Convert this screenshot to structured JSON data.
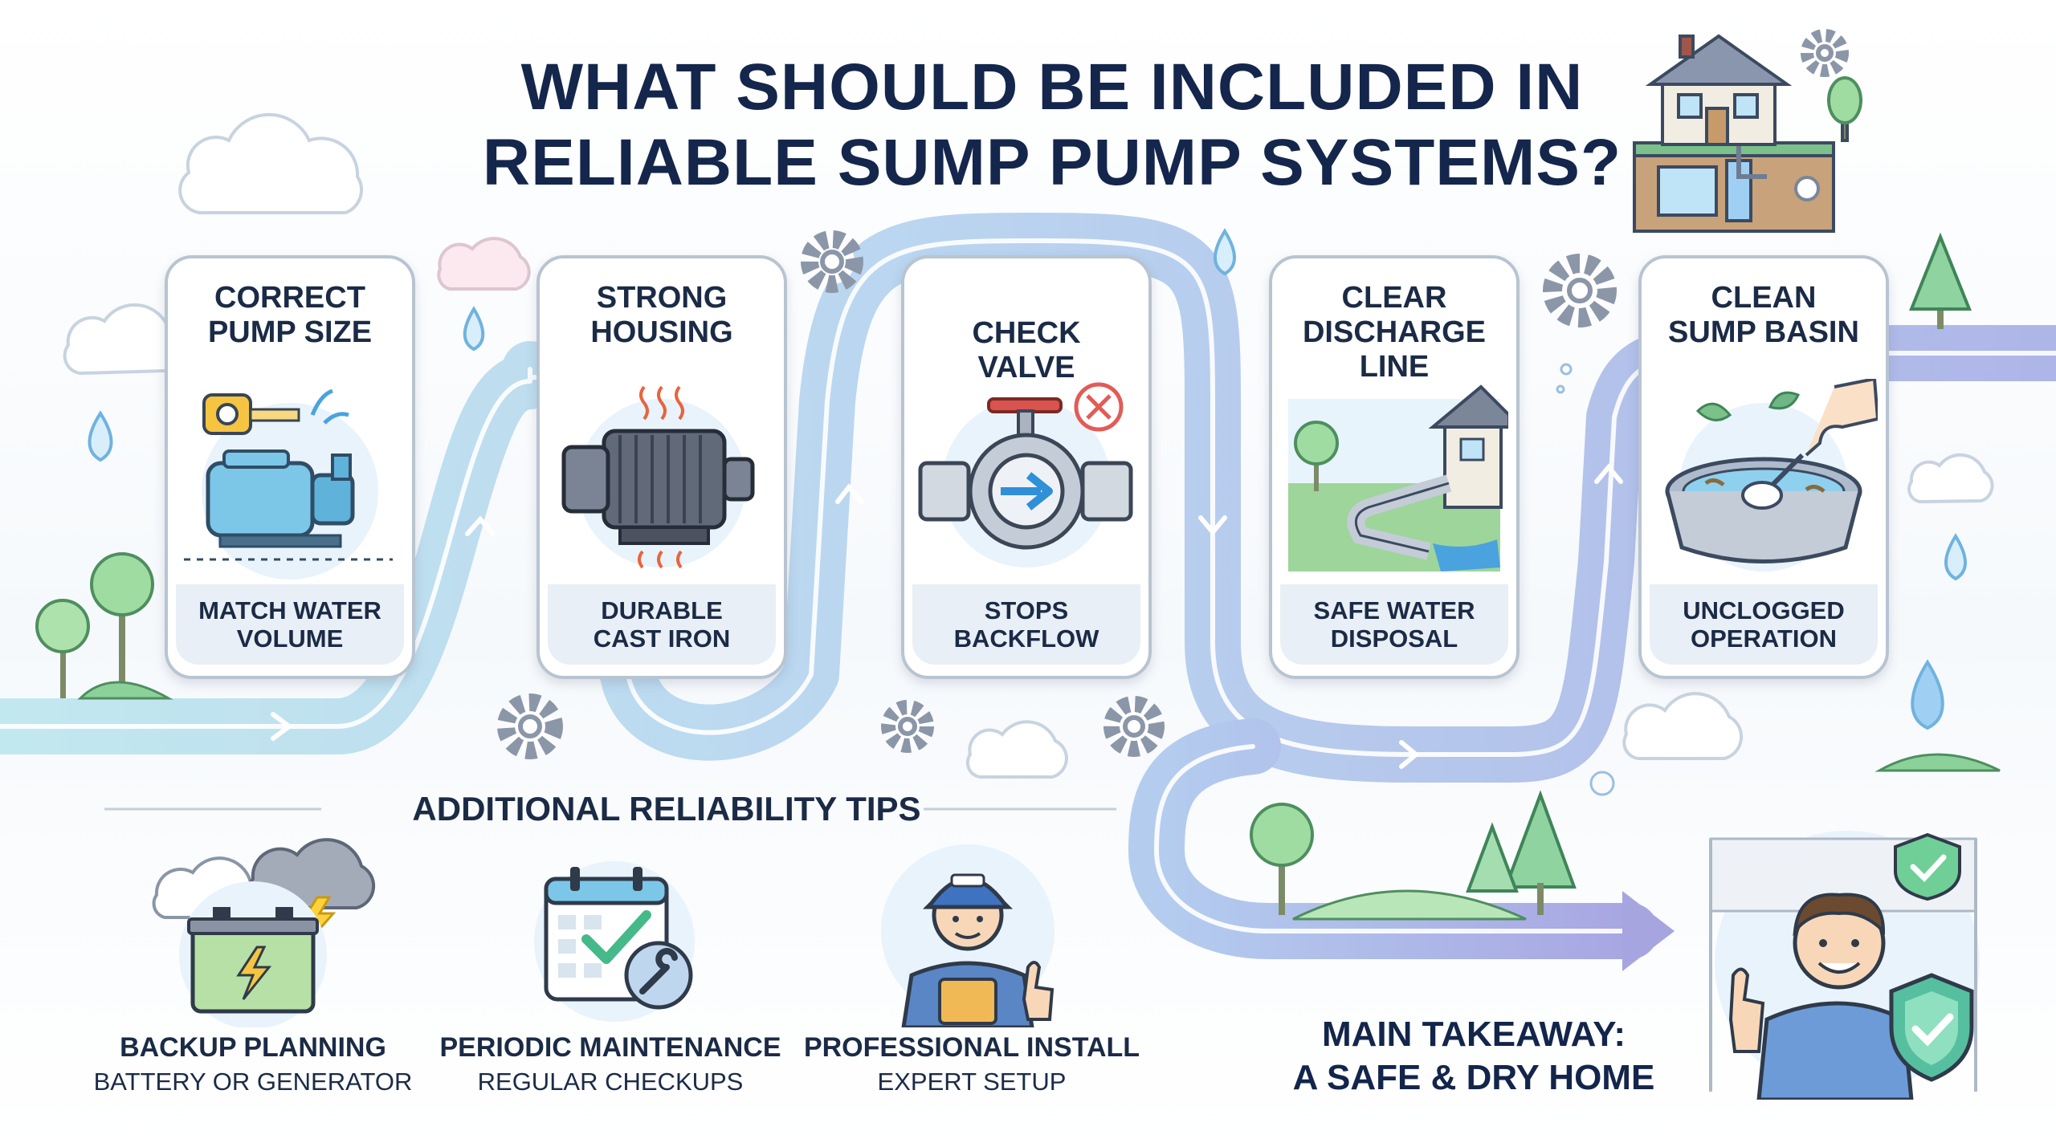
{
  "title": {
    "line1": "WHAT SHOULD BE INCLUDED IN",
    "line2": "RELIABLE SUMP PUMP SYSTEMS?"
  },
  "steps": [
    {
      "title": "CORRECT\nPUMP SIZE",
      "subtitle": "MATCH WATER\nVOLUME",
      "icon": "pump-with-tape-measure-icon"
    },
    {
      "title": "STRONG\nHOUSING",
      "subtitle": "DURABLE\nCAST IRON",
      "icon": "cast-iron-motor-icon"
    },
    {
      "title": "CHECK\nVALVE",
      "subtitle": "STOPS\nBACKFLOW",
      "icon": "check-valve-icon"
    },
    {
      "title": "CLEAR\nDISCHARGE\nLINE",
      "subtitle": "SAFE WATER\nDISPOSAL",
      "icon": "discharge-pipe-icon"
    },
    {
      "title": "CLEAN\nSUMP BASIN",
      "subtitle": "UNCLOGGED\nOPERATION",
      "icon": "sump-basin-cleaning-icon"
    }
  ],
  "tips": {
    "heading": "ADDITIONAL RELIABILITY TIPS",
    "items": [
      {
        "title": "BACKUP PLANNING",
        "subtitle": "BATTERY OR GENERATOR",
        "icon": "backup-battery-icon"
      },
      {
        "title": "PERIODIC MAINTENANCE",
        "subtitle": "REGULAR CHECKUPS",
        "icon": "calendar-wrench-icon"
      },
      {
        "title": "PROFESSIONAL INSTALL",
        "subtitle": "EXPERT SETUP",
        "icon": "plumber-icon"
      }
    ]
  },
  "takeaway": {
    "line1": "MAIN TAKEAWAY:",
    "line2": "A SAFE & DRY HOME",
    "icon": "happy-homeowner-shield-icon"
  },
  "colors": {
    "title": "#14264b",
    "flow_light": "#c9ecf0",
    "flow_mid": "#b8cdef",
    "flow_dark": "#a9b3e6",
    "card_border": "#b9c4d1",
    "accent_green": "#46b98a",
    "accent_blue": "#4aa3df"
  }
}
